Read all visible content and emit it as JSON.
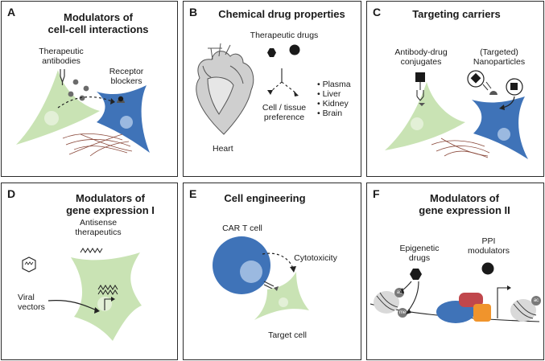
{
  "panels": {
    "A": {
      "letter": "A",
      "title_line1": "Modulators of",
      "title_line2": "cell-cell interactions",
      "antibodies_line1": "Therapeutic",
      "antibodies_line2": "antibodies",
      "blockers_line1": "Receptor",
      "blockers_line2": "blockers"
    },
    "B": {
      "letter": "B",
      "title": "Chemical drug properties",
      "drugs": "Therapeutic drugs",
      "preference_line1": "Cell / tissue",
      "preference_line2": "preference",
      "organs": [
        "Plasma",
        "Liver",
        "Kidney",
        "Brain"
      ],
      "heart": "Heart"
    },
    "C": {
      "letter": "C",
      "title": "Targeting carriers",
      "adc_line1": "Antibody-drug",
      "adc_line2": "conjugates",
      "nano_line1": "(Targeted)",
      "nano_line2": "Nanoparticles"
    },
    "D": {
      "letter": "D",
      "title_line1": "Modulators of",
      "title_line2": "gene expression I",
      "antisense_line1": "Antisense",
      "antisense_line2": "therapeutics",
      "viral_line1": "Viral",
      "viral_line2": "vectors"
    },
    "E": {
      "letter": "E",
      "title": "Cell engineering",
      "car": "CAR T cell",
      "cytotoxicity": "Cytotoxicity",
      "target": "Target cell"
    },
    "F": {
      "letter": "F",
      "title_line1": "Modulators of",
      "title_line2": "gene expression II",
      "epi_line1": "Epigenetic",
      "epi_line2": "drugs",
      "ppi_line1": "PPI",
      "ppi_line2": "modulators",
      "mark_ac": "ac",
      "mark_me": "me"
    }
  },
  "colors": {
    "green_cell": "#c9e3b4",
    "green_nucleus": "#e3f0d7",
    "blue_cell": "#3f73b8",
    "blue_nucleus": "#9bb9e0",
    "fiber": "#8b4a3c",
    "dot_gray": "#6b6b6b",
    "ppi_red": "#c0474c",
    "ppi_orange": "#f0942c"
  }
}
